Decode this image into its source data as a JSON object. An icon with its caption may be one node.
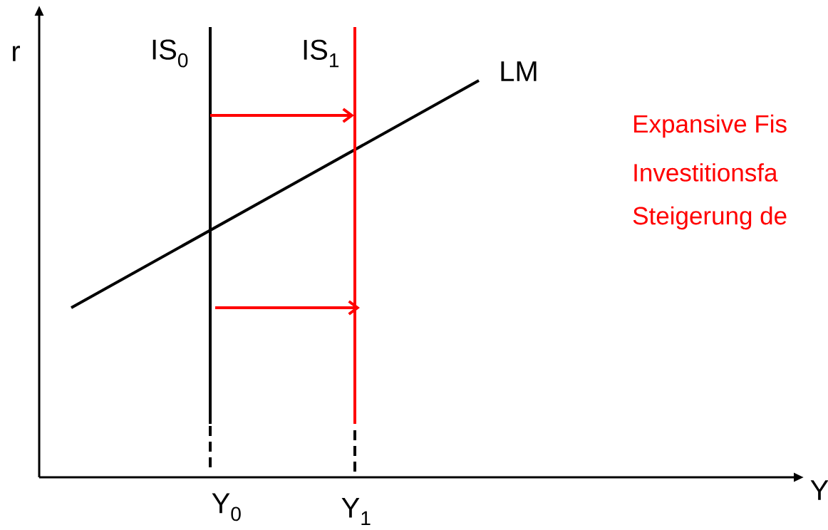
{
  "diagram": {
    "labels": [
      "r",
      "IS$_{0}$",
      "IS$_{1}$",
      "LM",
      "Expansive Fis",
      "Investitionsfa",
      "Steigerung de",
      "Y",
      "Y$_{0}$",
      "Y$_{1}$"
    ]
  }
}
